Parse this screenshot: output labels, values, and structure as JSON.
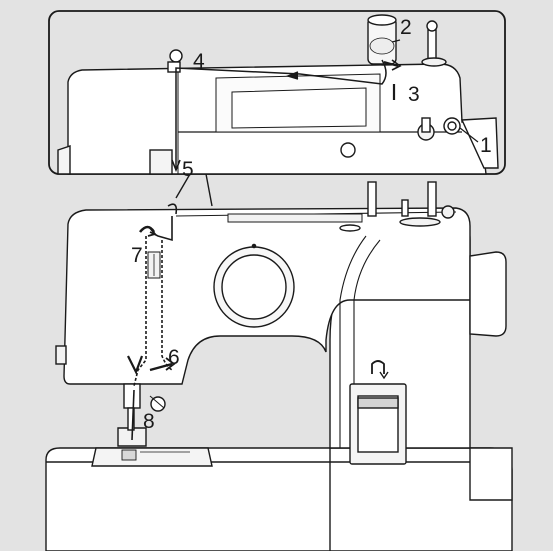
{
  "diagram": {
    "callouts": {
      "c1": "1",
      "c2": "2",
      "c3": "3",
      "c4": "4",
      "c5": "5",
      "c6": "6",
      "c7": "7",
      "c8": "8"
    },
    "colors": {
      "background": "#e3e3e3",
      "machine_fill": "#ffffff",
      "outline": "#1a1a1a",
      "thread_path": "#1a1a1a"
    }
  }
}
